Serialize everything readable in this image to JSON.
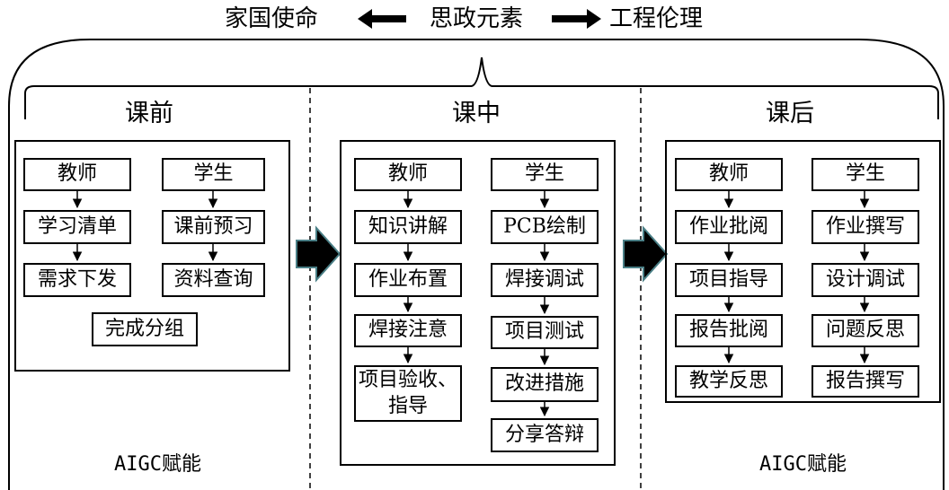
{
  "top": {
    "left": "家国使命",
    "center": "思政元素",
    "right": "工程伦理"
  },
  "sections": [
    {
      "heading": "课前",
      "teacher": {
        "label": "教师",
        "steps": [
          "学习清单",
          "需求下发"
        ]
      },
      "student": {
        "label": "学生",
        "steps": [
          "课前预习",
          "资料查询"
        ]
      },
      "joint": "完成分组",
      "footer": "AIGC赋能"
    },
    {
      "heading": "课中",
      "teacher": {
        "label": "教师",
        "steps": [
          "知识讲解",
          "作业布置",
          "焊接注意",
          "项目验收、\n指导"
        ]
      },
      "student": {
        "label": "学生",
        "steps": [
          "PCB绘制",
          "焊接调试",
          "项目测试",
          "改进措施",
          "分享答辩"
        ]
      }
    },
    {
      "heading": "课后",
      "teacher": {
        "label": "教师",
        "steps": [
          "作业批阅",
          "项目指导",
          "报告批阅",
          "教学反思"
        ]
      },
      "student": {
        "label": "学生",
        "steps": [
          "作业撰写",
          "设计调试",
          "问题反思",
          "报告撰写"
        ]
      },
      "footer": "AIGC赋能"
    }
  ]
}
